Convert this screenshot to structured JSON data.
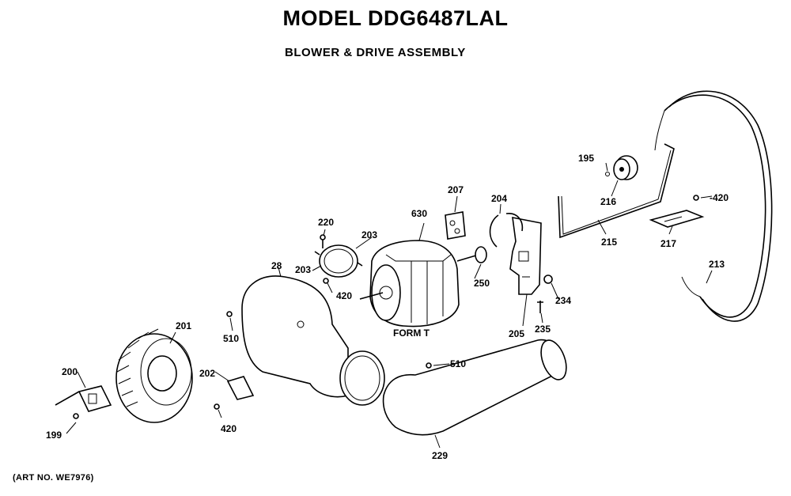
{
  "header": {
    "model": "MODEL DDG6487LAL",
    "assembly": "BLOWER & DRIVE ASSEMBLY"
  },
  "footer": {
    "art_no": "(ART NO. WE7976)"
  },
  "callouts": {
    "c199": "199",
    "c200": "200",
    "c201": "201",
    "c202": "202",
    "c420a": "420",
    "c510a": "510",
    "c28": "28",
    "c203a": "203",
    "c203b": "203",
    "c220": "220",
    "c420b": "420",
    "c630": "630",
    "c207": "207",
    "c250": "250",
    "c204": "204",
    "c205": "205",
    "c235": "235",
    "c234": "234",
    "c195": "195",
    "c216": "216",
    "c215": "215",
    "c217": "217",
    "c420c": "-420",
    "c213": "213",
    "c510b": "510",
    "c229": "229",
    "form": "FORM T"
  }
}
